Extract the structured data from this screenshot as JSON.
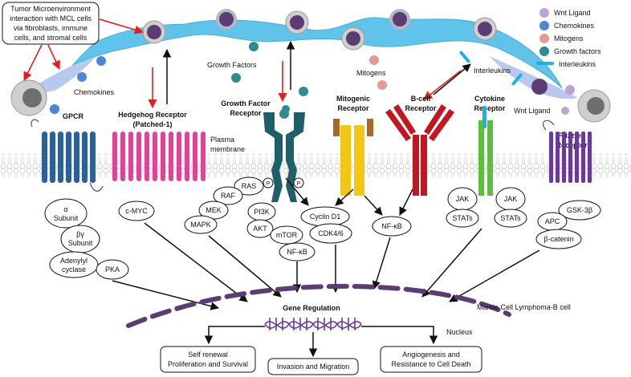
{
  "colors": {
    "wnt_ligand": "#b9a4d3",
    "chemokines": "#4f86d4",
    "mitogens": "#e39a97",
    "growth_factors": "#2f8a92",
    "interleukins": "#19b3e0",
    "cell_body": "#5fc3ea",
    "nucleus": "#5b3d74",
    "gpcr": "#2e5f95",
    "hedgehog": "#e6409a",
    "growth_factor_receptor": "#1f5f6a",
    "mitogenic_receptor": "#f3c515",
    "bcr": "#c0181e",
    "cytokine_receptor": "#5bbf3a",
    "frizzled": "#6b3a99",
    "nuclear_membrane": "#5b3d74",
    "red_arrow": "#e02020"
  },
  "microenvironment_note": "Tumor Microenvironment interaction with MCL cells via fibroblasts, immune cells, and stromal cells",
  "legend": {
    "items": [
      {
        "label": "Wnt Ligand",
        "icon": "purple-dot-icon"
      },
      {
        "label": "Chemokines",
        "icon": "blue-dot-icon"
      },
      {
        "label": "Mitogens",
        "icon": "pink-dot-icon"
      },
      {
        "label": "Growth factors",
        "icon": "teal-dot-icon"
      },
      {
        "label": "Interleukins",
        "icon": "cyan-bar-icon"
      }
    ]
  },
  "labels": {
    "chemokines": "Chemokines",
    "growth_factors": "Growth Factors",
    "mitogens": "Mitogens",
    "interleukins": "Interleukins",
    "wnt_ligand": "Wnt Ligand",
    "plasma_membrane_1": "Plasma",
    "plasma_membrane_2": "membrane",
    "mcl_cell": "Mantle Cell Lymphoma-B cell",
    "nucleus": "Nucleus",
    "gene_regulation": "Gene Regulation",
    "phospho": "P"
  },
  "receptors": {
    "gpcr": "GPCR",
    "hedgehog_1": "Hedgehog Receptor",
    "hedgehog_2": "(Patched-1)",
    "growth_factor_1": "Growth Factor",
    "growth_factor_2": "Receptor",
    "mitogenic_1": "Mitogenic",
    "mitogenic_2": "Receptor",
    "bcell_1": "B-cell",
    "bcell_2": "Receptor",
    "cytokine_1": "Cytokine",
    "cytokine_2": "Receptor",
    "frizzled_1": "Frizzled",
    "frizzled_2": "Receptor"
  },
  "signaling": {
    "alpha_1": "α",
    "alpha_2": "Subunit",
    "beta_gamma_1": "βγ",
    "beta_gamma_2": "Subunit",
    "adenylyl_1": "Adenylyl",
    "adenylyl_2": "cyclase",
    "pka": "PKA",
    "cmyc": "c-MYC",
    "ras": "RAS",
    "raf": "RAF",
    "mek": "MEK",
    "mapk": "MAPK",
    "pi3k": "PI3K",
    "akt": "AKT",
    "mtor": "mTOR",
    "nfkb_1": "NF-κB",
    "cyclin_d1": "Cyclin D1",
    "cdk46": "CDK4/6",
    "nfkb_2": "NF-κB",
    "jak_1": "JAK",
    "stats_1": "STATs",
    "jak_2": "JAK",
    "stats_2": "STATs",
    "gsk3b": "GSK-3β",
    "apc": "APC",
    "beta_catenin": "β-catenin"
  },
  "outcomes": {
    "self_renewal_1": "Self renewal",
    "self_renewal_2": "Proliferation and Survival",
    "invasion": "Invasion and Migration",
    "angio_1": "Angiogenesis and",
    "angio_2": "Resistance to Cell Death"
  }
}
